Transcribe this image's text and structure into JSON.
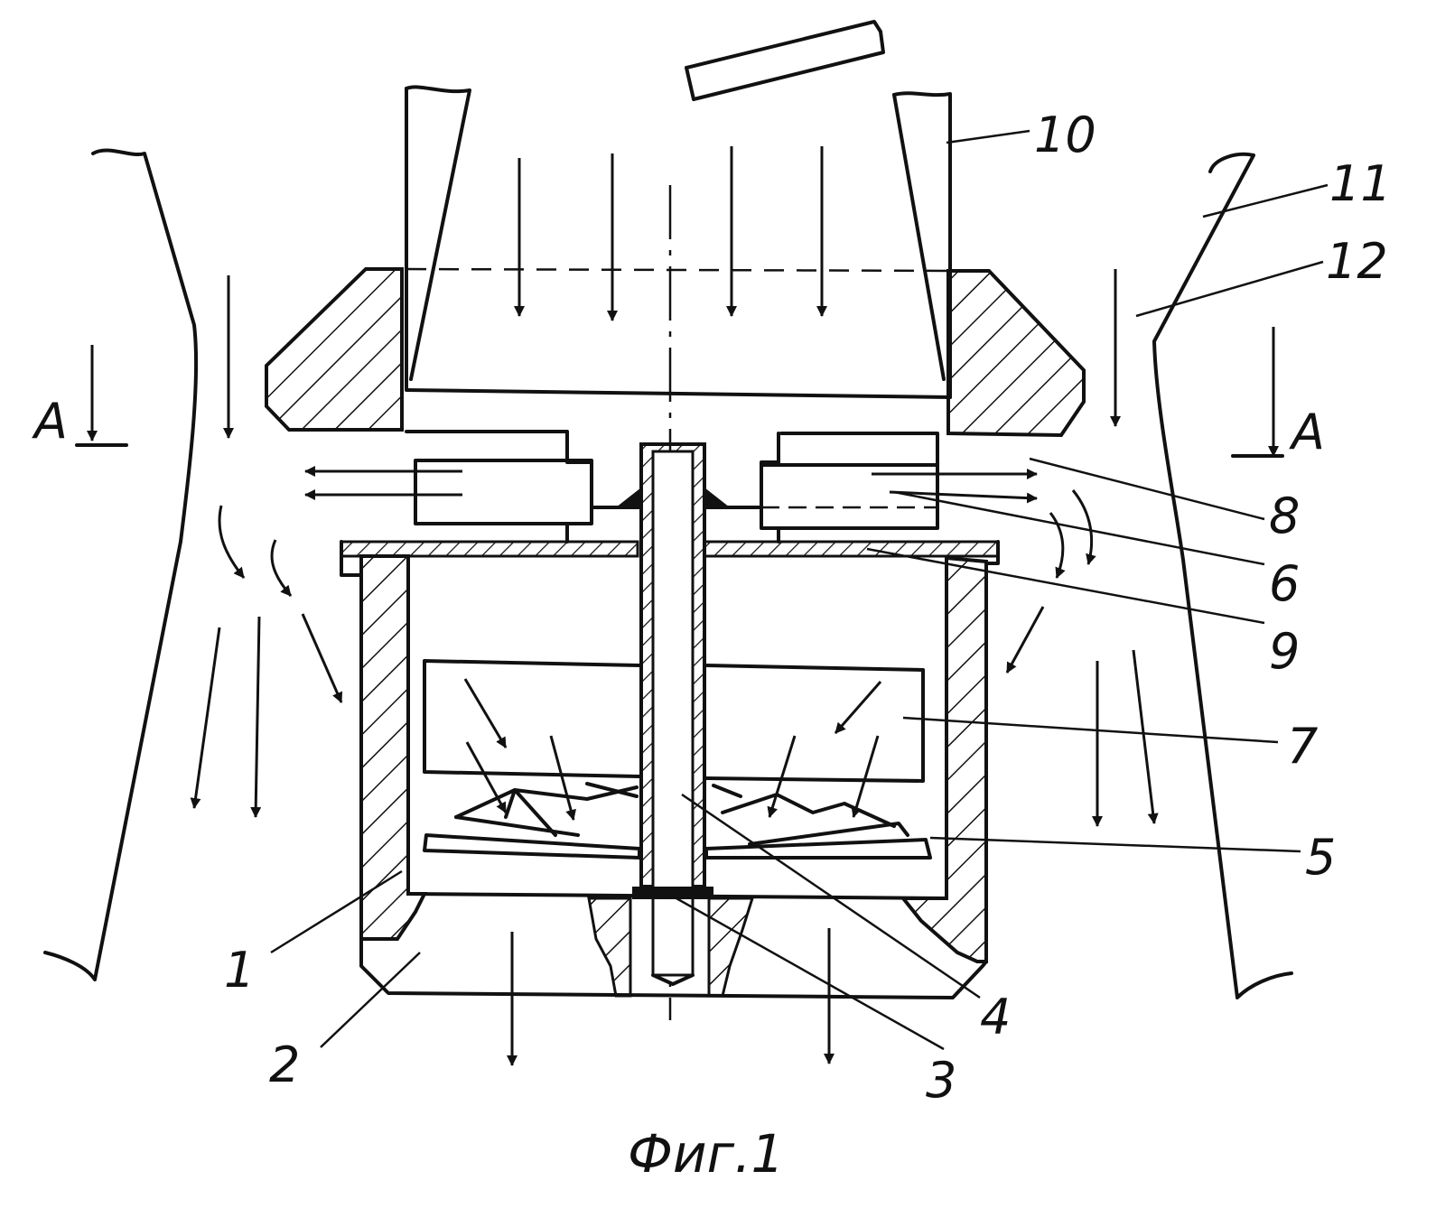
{
  "labels": {
    "l1": "1",
    "l2": "2",
    "l3": "3",
    "l4": "4",
    "l5": "5",
    "l6": "6",
    "l7": "7",
    "l8": "8",
    "l9": "9",
    "l10": "10",
    "l11": "11",
    "l12": "12",
    "sectionLeft": "A",
    "sectionRight": "A"
  },
  "caption": "Фиг.1"
}
